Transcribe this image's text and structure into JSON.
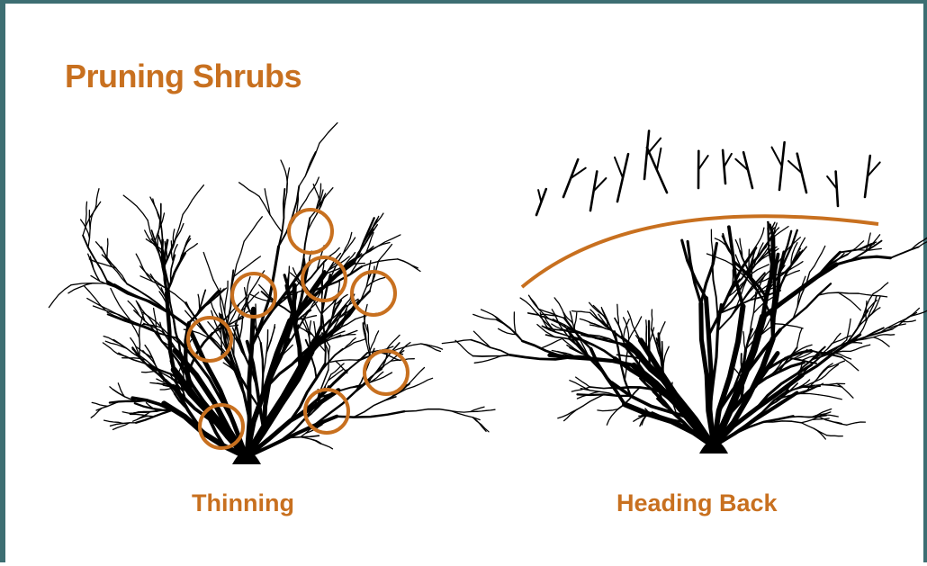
{
  "title": "Pruning Shrubs",
  "panels": [
    {
      "label": "Thinning"
    },
    {
      "label": "Heading Back"
    }
  ],
  "colors": {
    "accent": "#c8701f",
    "border": "#3d6e72",
    "branch": "#000000"
  }
}
